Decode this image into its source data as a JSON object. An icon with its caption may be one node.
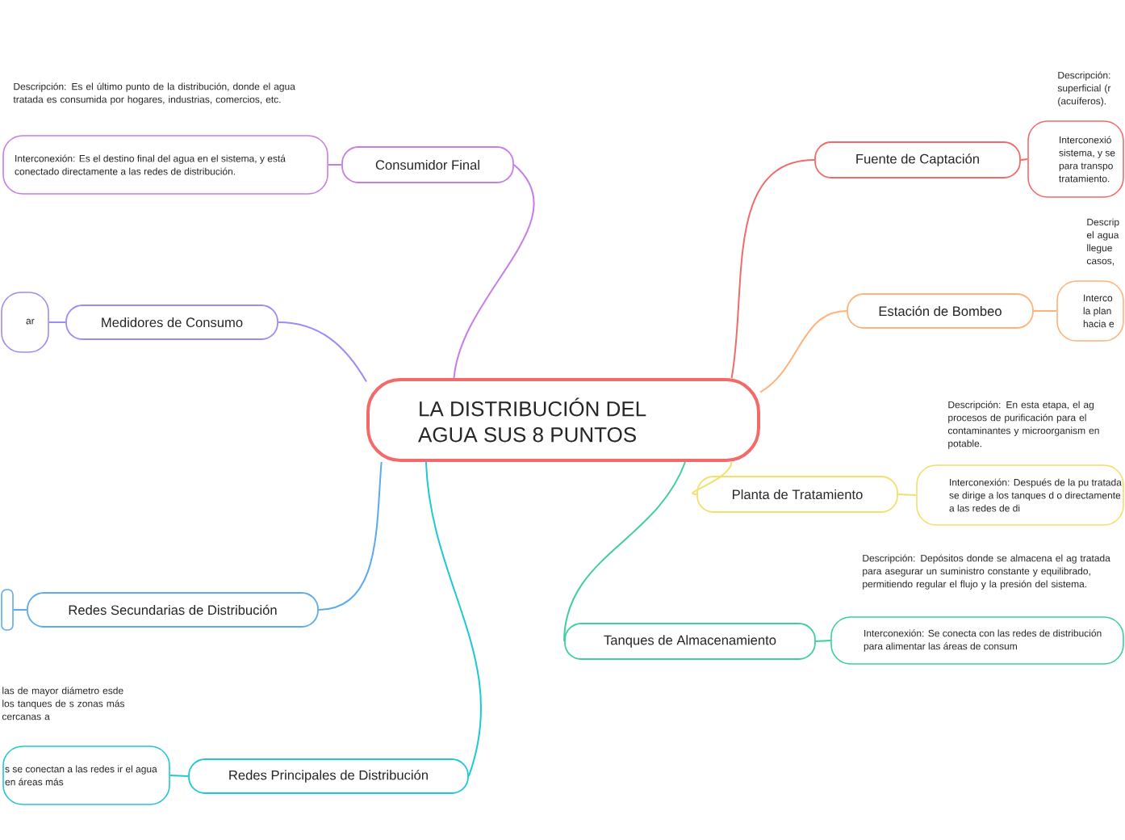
{
  "diagram": {
    "nodes": [
      {
        "text": [
          "LA DISTRIBUCIÓN DEL AGUA SUS 8 PUNTOS"
        ]
      },
      {
        "text": [
          "Consumidor Final"
        ]
      },
      {
        "text": [
          "Descripción: Es el último punto de la distribución, donde el agua tratada es consumida por hogares, industrias, comercios, etc.",
          "Interconexión: Es el destino final del agua en el sistema, y está conectado directamente a las redes de distribución."
        ]
      },
      {
        "text": [
          "Fuente de Captación"
        ]
      },
      {
        "text": [
          "Descripción: superficial (r (acuíferos).",
          "Interconexió sistema, y se para transpo tratamiento."
        ]
      },
      {
        "text": [
          "Estación de Bombeo"
        ]
      },
      {
        "text": [
          "Descrip el agua llegue casos,",
          "Interco la plan hacia e"
        ]
      },
      {
        "text": [
          "Planta de Tratamiento"
        ]
      },
      {
        "text": [
          "Descripción: En esta etapa, el ag procesos de purificación para el contaminantes y microorganism en potable.",
          "Interconexión: Después de la pu tratada se dirige a los tanques d o directamente a las redes de di"
        ]
      },
      {
        "text": [
          "Tanques de Almacenamiento"
        ]
      },
      {
        "text": [
          "Descripción: Depósitos donde se almacena el ag tratada para asegurar un suministro constante y equilibrado, permitiendo regular el flujo y la presión del sistema.",
          "Interconexión: Se conecta con las redes de distribución para alimentar las áreas de consum"
        ]
      },
      {
        "text": [
          "Redes Principales de Distribución"
        ]
      },
      {
        "text": [
          "las de mayor diámetro esde los tanques de s zonas más cercanas a",
          "s se conectan a las redes ir el agua en áreas más"
        ]
      },
      {
        "text": [
          "Redes Secundarias de Distribución"
        ]
      },
      {
        "text": [],
        "shape": "box"
      },
      {
        "text": [
          "Medidores de Consumo"
        ]
      },
      {
        "text": [
          "ar"
        ]
      }
    ],
    "edges": [
      {
        "from": 0,
        "to": 1,
        "arrow": "none",
        "color": "#c77de8"
      },
      {
        "from": 1,
        "to": 2,
        "arrow": "none",
        "color": "#c77de8"
      },
      {
        "from": 0,
        "to": 3,
        "arrow": "none",
        "color": "#f26b6b"
      },
      {
        "from": 3,
        "to": 4,
        "arrow": "none",
        "color": "#f26b6b"
      },
      {
        "from": 0,
        "to": 5,
        "arrow": "none",
        "color": "#ffb27a"
      },
      {
        "from": 5,
        "to": 6,
        "arrow": "none",
        "color": "#ffb27a"
      },
      {
        "from": 0,
        "to": 7,
        "arrow": "none",
        "color": "#f2e06b"
      },
      {
        "from": 7,
        "to": 8,
        "arrow": "none",
        "color": "#f2e06b"
      },
      {
        "from": 0,
        "to": 9,
        "arrow": "none",
        "color": "#3ecf9a"
      },
      {
        "from": 9,
        "to": 10,
        "arrow": "none",
        "color": "#3ecf9a"
      },
      {
        "from": 0,
        "to": 11,
        "arrow": "none",
        "color": "#1fc8d4"
      },
      {
        "from": 11,
        "to": 12,
        "arrow": "none",
        "color": "#1fc8d4"
      },
      {
        "from": 0,
        "to": 13,
        "arrow": "none",
        "color": "#5aabf0"
      },
      {
        "from": 13,
        "to": 14,
        "arrow": "none",
        "color": "#5aabf0"
      },
      {
        "from": 0,
        "to": 15,
        "arrow": "none",
        "color": "#9b8df5"
      },
      {
        "from": 15,
        "to": 16,
        "arrow": "none",
        "color": "#9b8df5"
      }
    ]
  }
}
